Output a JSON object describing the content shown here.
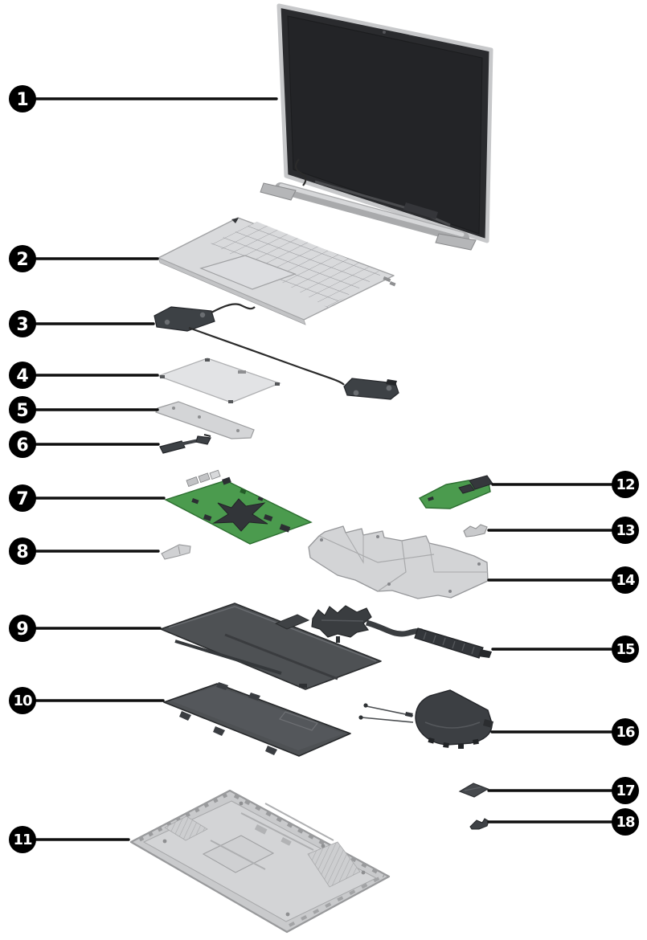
{
  "figure": {
    "kind": "laptop-exploded-parts-diagram",
    "callouts": [
      {
        "number": "1"
      },
      {
        "number": "2"
      },
      {
        "number": "3"
      },
      {
        "number": "4"
      },
      {
        "number": "5"
      },
      {
        "number": "6"
      },
      {
        "number": "7"
      },
      {
        "number": "8"
      },
      {
        "number": "9"
      },
      {
        "number": "10"
      },
      {
        "number": "11"
      },
      {
        "number": "12"
      },
      {
        "number": "13"
      },
      {
        "number": "14"
      },
      {
        "number": "15"
      },
      {
        "number": "16"
      },
      {
        "number": "17"
      },
      {
        "number": "18"
      }
    ],
    "palette": {
      "background": "#ffffff",
      "callout_fill": "#000000",
      "callout_text": "#ffffff",
      "leader_line": "#0f0f0f",
      "board_green": "#4b9b4e",
      "metal_silver": "#d9dadc",
      "dark_component": "#3d4145"
    }
  }
}
